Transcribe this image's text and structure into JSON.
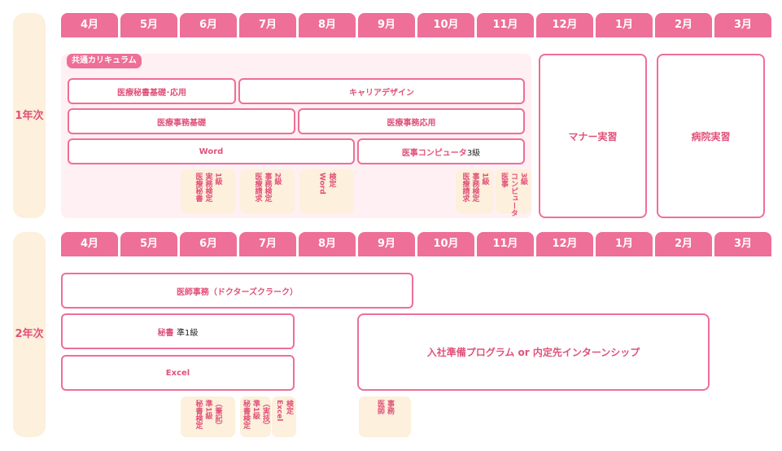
{
  "months": [
    "4月",
    "5月",
    "6月",
    "7月",
    "8月",
    "9月",
    "10月",
    "11月",
    "12月",
    "1月",
    "2月",
    "3月"
  ],
  "year1": {
    "label": "1年次",
    "common_label": "共通カリキュラム",
    "courses": {
      "iryo_kiso": "医療秘書基礎･応用",
      "career": "キャリアデザイン",
      "jimu_kiso": "医療事務基礎",
      "jimu_oyo": "医療事務応用",
      "word": "Word",
      "computer_main": "医事コンピュータ",
      "computer_level": "3級"
    },
    "manner": "マナー実習",
    "hospital": "病院実習",
    "certs": {
      "jun": [
        "医療秘書",
        "実務検定",
        "1級"
      ],
      "jul": [
        "医療請求",
        "事務検定",
        "2級"
      ],
      "aug": [
        "Word",
        "検定"
      ],
      "nov": [
        "医療請求",
        "事務検定",
        "1級"
      ],
      "nov_b": [
        "医事",
        "コンピュータ",
        "3級"
      ]
    }
  },
  "year2": {
    "label": "2年次",
    "courses": {
      "clerk": "医師事務（ドクターズクラーク）",
      "hisho_main": "秘書",
      "hisho_level": "準1級",
      "excel": "Excel",
      "nyusha": "入社準備プログラム or 内定先インターンシップ"
    },
    "certs": {
      "jun": [
        "秘書検定",
        "準1級",
        "（筆記）"
      ],
      "jul_a": [
        "秘書検定",
        "準1級",
        "（実技）"
      ],
      "jul_b": [
        "Excel",
        "検定"
      ],
      "sep": [
        "医師",
        "事務"
      ]
    }
  },
  "colors": {
    "pink": "#ee6f97",
    "pink_text": "#e0527a",
    "cream": "#fdf0dc",
    "light_pink": "#fff0f3"
  }
}
